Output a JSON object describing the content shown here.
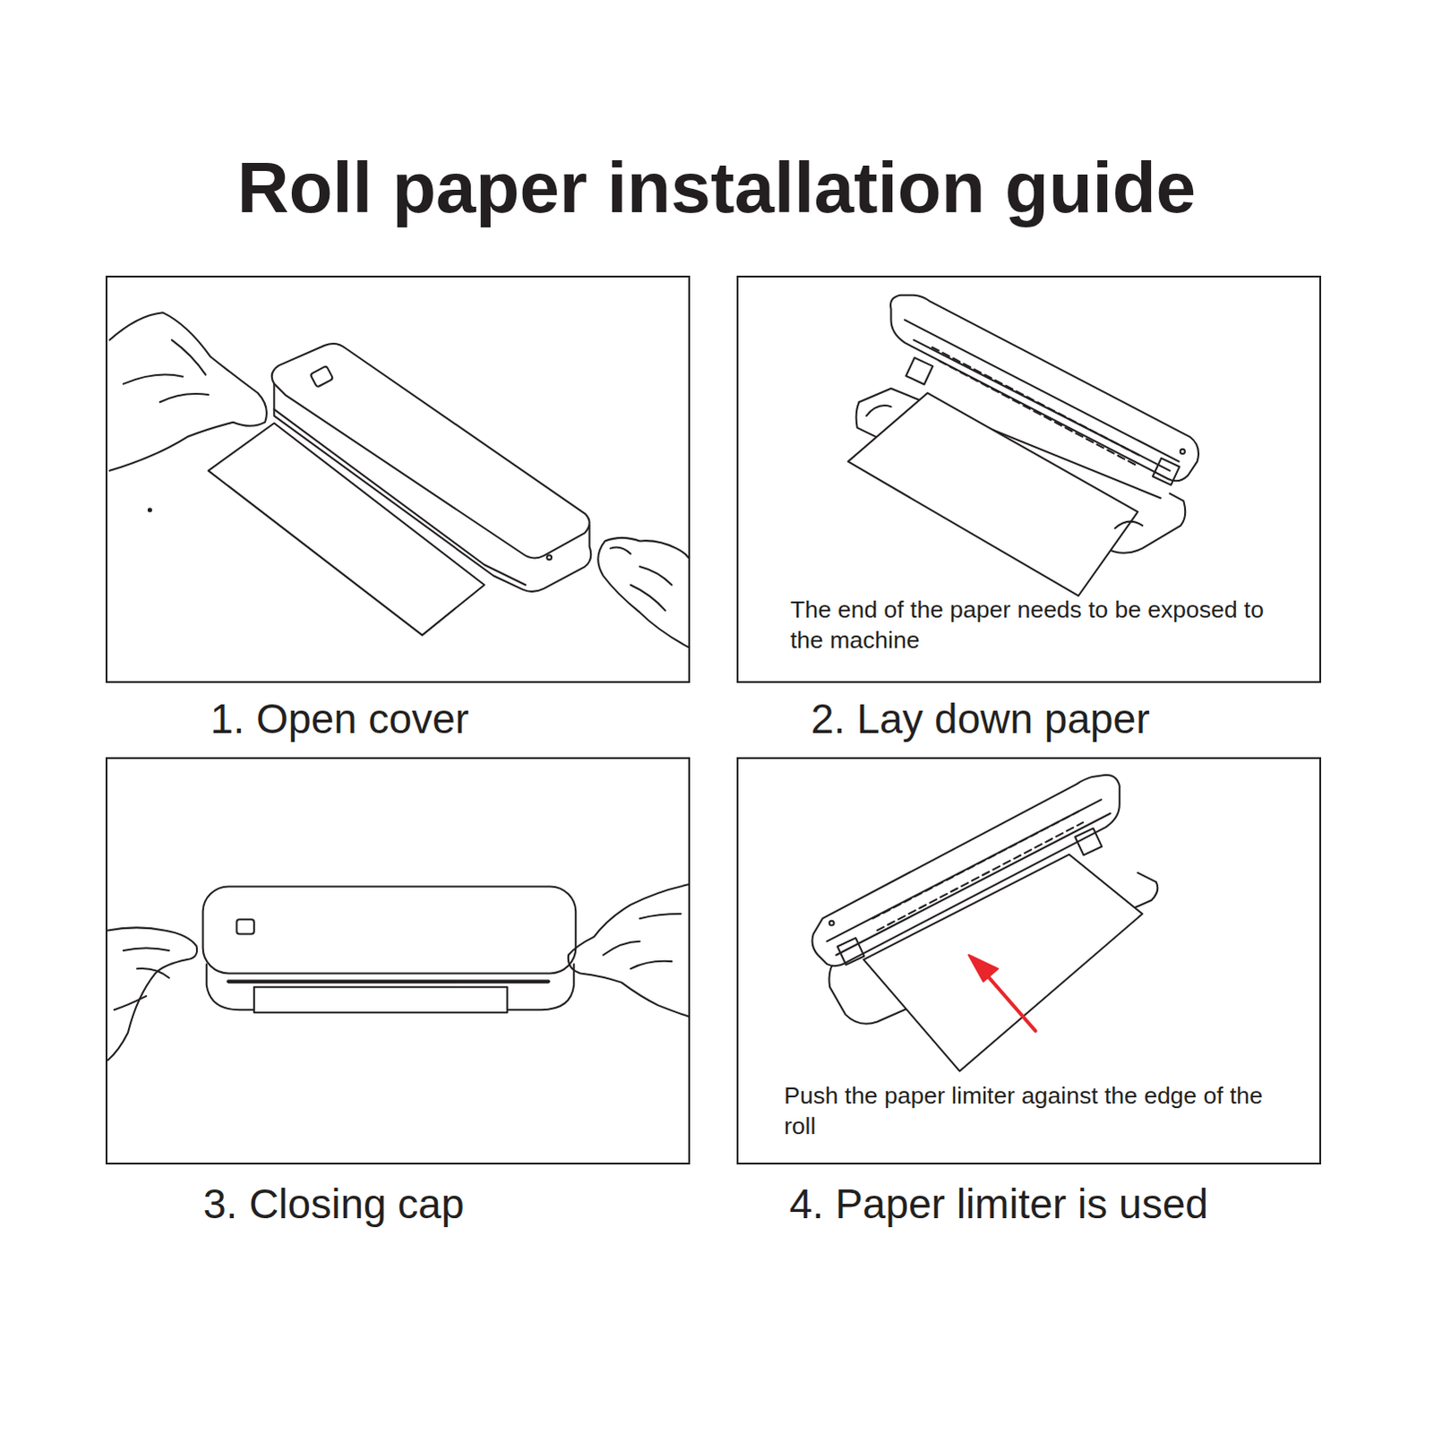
{
  "diagram": {
    "title": "Roll paper installation guide",
    "nodes": [
      {
        "text": [
          "1. Open cover"
        ]
      },
      {
        "text": [
          "The end of the paper needs to be exposed to the machine",
          "2. Lay down paper"
        ]
      },
      {
        "text": [
          "3. Closing cap"
        ]
      },
      {
        "text": [
          "Push the paper limiter against the edge of the roll",
          "4. Paper limiter is used"
        ]
      }
    ]
  }
}
